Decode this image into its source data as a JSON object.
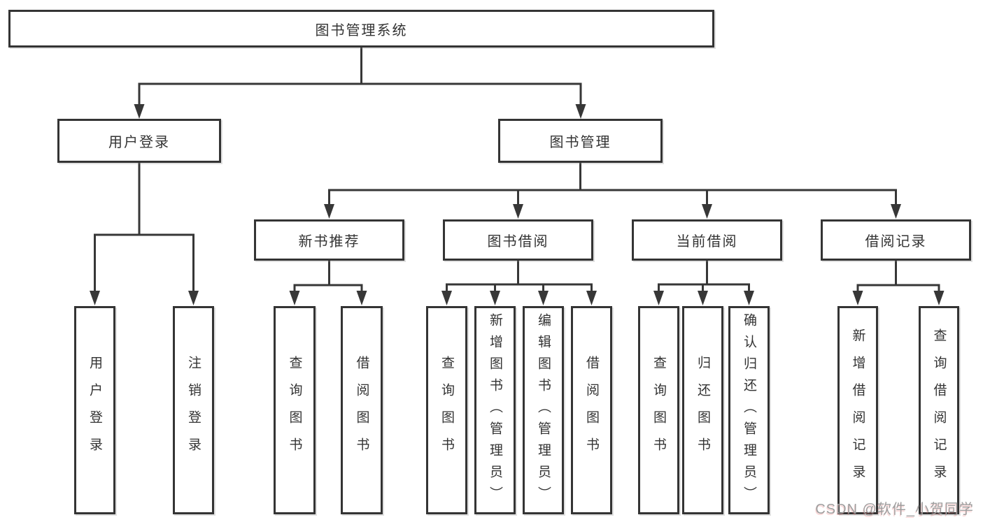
{
  "diagram_title": "图书管理系统",
  "nodes": {
    "root": {
      "label": "图书管理系统"
    },
    "user_login_group": {
      "label": "用户登录"
    },
    "book_management": {
      "label": "图书管理"
    },
    "new_book_recommend": {
      "label": "新书推荐"
    },
    "book_borrow": {
      "label": "图书借阅"
    },
    "current_borrow": {
      "label": "当前借阅"
    },
    "borrow_record": {
      "label": "借阅记录"
    },
    "leaf_user_login": {
      "label": "用户登录"
    },
    "leaf_logout_login": {
      "label": "注销登录"
    },
    "leaf_recommend_query_book": {
      "label": "查询图书"
    },
    "leaf_recommend_borrow_book": {
      "label": "借阅图书"
    },
    "leaf_borrow_query_book": {
      "label": "查询图书"
    },
    "leaf_borrow_add_book": {
      "label": "新增图书（管理员）"
    },
    "leaf_borrow_edit_book": {
      "label": "编辑图书（管理员）"
    },
    "leaf_borrow_borrow_book": {
      "label": "借阅图书"
    },
    "leaf_current_query_book": {
      "label": "查询图书"
    },
    "leaf_current_return_book": {
      "label": "归还图书"
    },
    "leaf_current_confirm_return": {
      "label": "确认归还（管理员）"
    },
    "leaf_record_add_record": {
      "label": "新增借阅记录"
    },
    "leaf_record_query_record": {
      "label": "查询借阅记录"
    }
  },
  "watermark": {
    "text": "CSDN @软件_小贺同学"
  },
  "colors": {
    "background": "#ffffff",
    "line": "#373737",
    "box_border": "#343434",
    "text": "#333333",
    "watermark_gray": "#9e9e9e",
    "watermark_red_tint": "#eb7878"
  }
}
